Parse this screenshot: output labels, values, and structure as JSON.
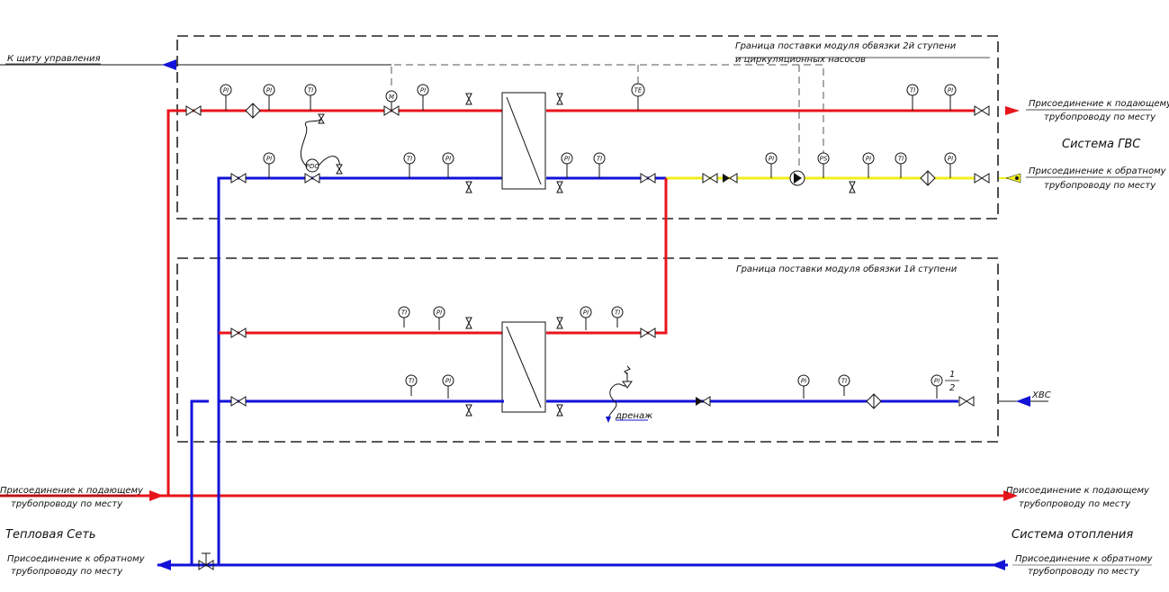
{
  "colors": {
    "supply": "#e8141b",
    "return": "#1212d8",
    "circulation": "#f2ef1c",
    "line": "#111111"
  },
  "labels": {
    "control_panel": "К щиту управления",
    "boundary_stage2_line1": "Граница поставки модуля обвязки 2й ступени",
    "boundary_stage2_line2": "и циркуляционных насосов",
    "boundary_stage1": "Граница поставки модуля обвязки 1й ступени",
    "dhw_supply_line1": "Присоединение к подающему",
    "dhw_supply_line2": "трубопроводу по месту",
    "dhw_return_line1": "Присоединение к обратному",
    "dhw_return_line2": "трубопроводу по месту",
    "system_dhw": "Система ГВС",
    "cold_water": "ХВС",
    "drain": "дренаж",
    "fraction_top": "1",
    "fraction_bottom": "2",
    "net_supply_line1": "Присоединение к подающему",
    "net_supply_line2": "трубопроводу по месту",
    "heat_network": "Тепловая Сеть",
    "net_return_line1": "Присоединение к обратному",
    "net_return_line2": "трубопроводу по месту",
    "heating_supply_line1": "Присоединение к подающему",
    "heating_supply_line2": "трубопроводу по месту",
    "heating_system": "Система отопления",
    "heating_return_line1": "Присоединение к обратному",
    "heating_return_line2": "трубопроводу по месту"
  },
  "instrument_tags": {
    "pi": "PI",
    "ti": "TI",
    "te": "TE",
    "ps": "PS",
    "pdc": "PDC",
    "m": "M"
  }
}
